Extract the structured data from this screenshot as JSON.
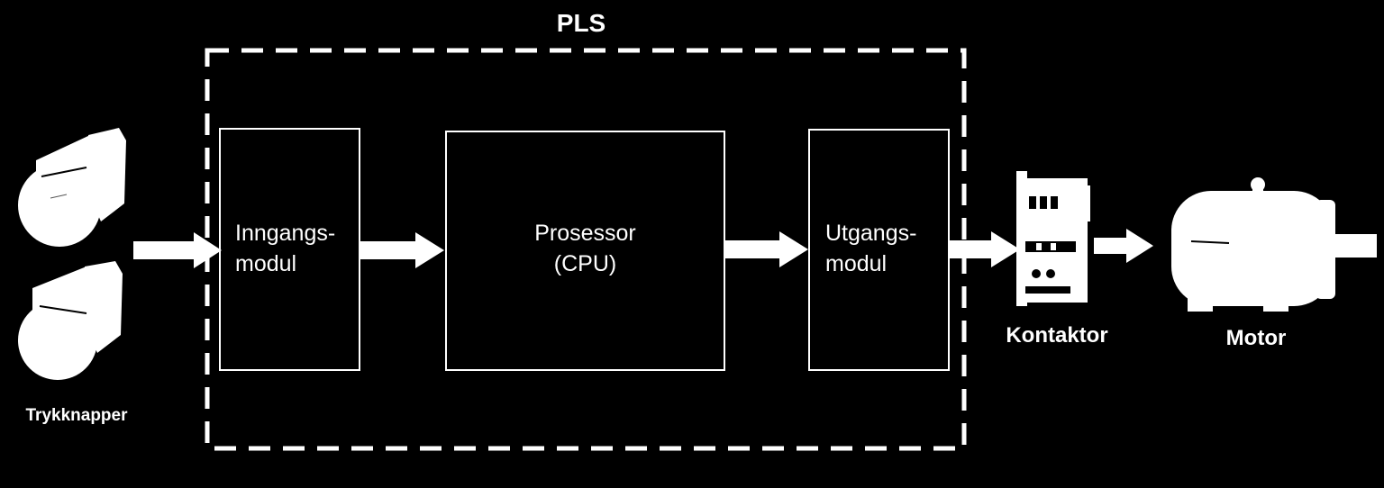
{
  "diagram": {
    "title": "PLS",
    "input_module": {
      "line1": "Inngangs-",
      "line2": "modul"
    },
    "processor": {
      "line1": "Prosessor",
      "line2": "(CPU)"
    },
    "output_module": {
      "line1": "Utgangs-",
      "line2": "modul"
    },
    "devices": {
      "pushbuttons": "Trykknapper",
      "contactor": "Kontaktor",
      "motor": "Motor"
    },
    "colors": {
      "background": "#000000",
      "foreground": "#ffffff"
    }
  }
}
